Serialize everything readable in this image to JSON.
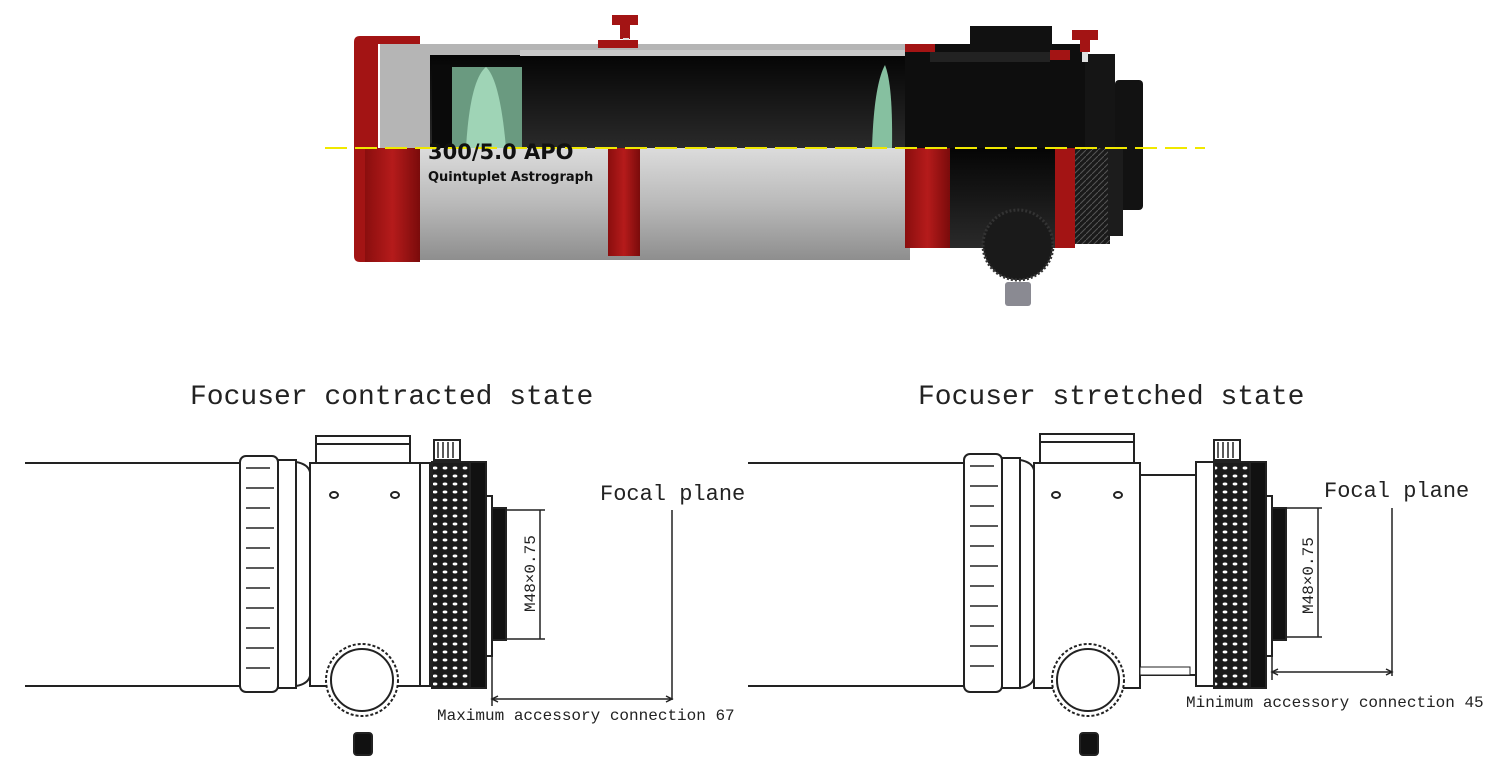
{
  "telescope": {
    "model": "300/5.0 APO",
    "subtitle": "Quintuplet Astrograph",
    "colors": {
      "accent_red": "#a01414",
      "tube_gray": "#b8b8b8",
      "lens_green": "#7fb89a",
      "optical_axis": "#f0e800",
      "body_black": "#111111"
    }
  },
  "contracted": {
    "title": "Focuser contracted state",
    "focal_plane_label": "Focal plane",
    "thread_label": "M48×0.75",
    "dimension_label": "Maximum accessory connection 67"
  },
  "stretched": {
    "title": "Focuser stretched state",
    "focal_plane_label": "Focal plane",
    "thread_label": "M48×0.75",
    "dimension_label": "Minimum accessory connection 45"
  }
}
